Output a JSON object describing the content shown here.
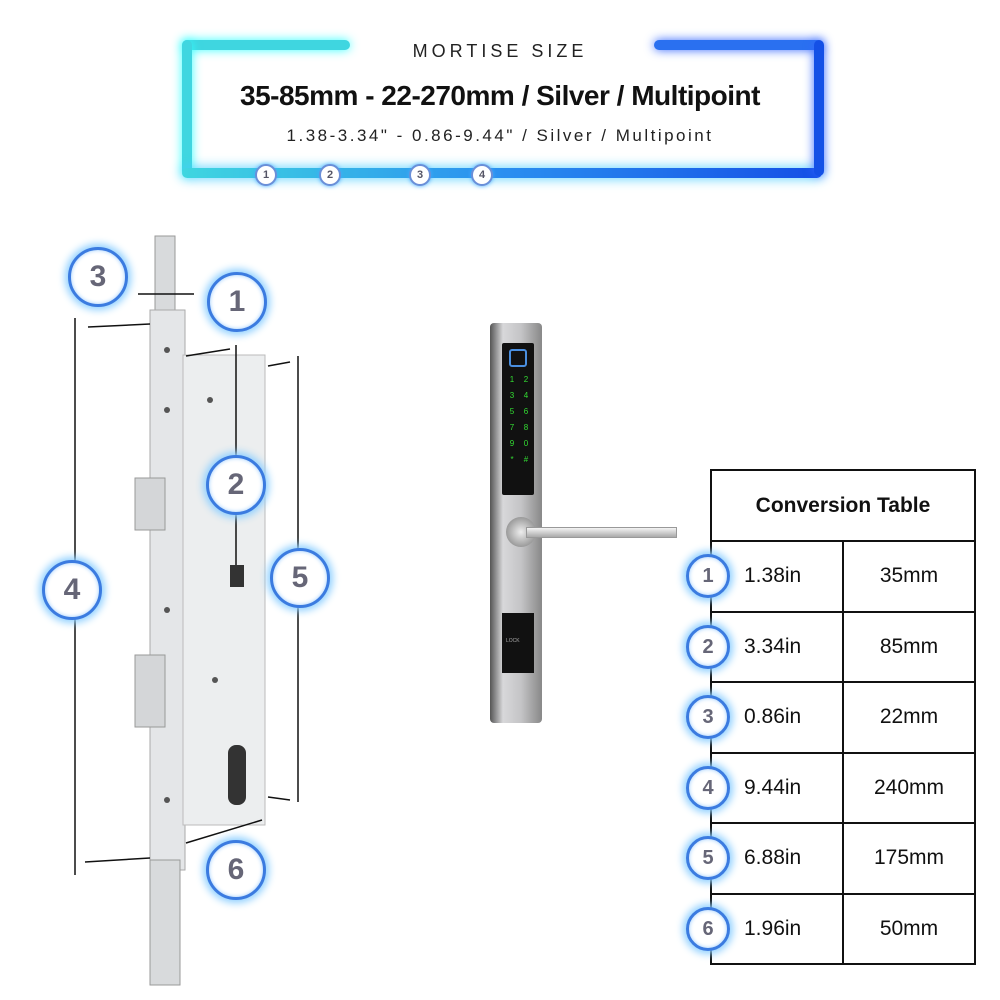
{
  "header": {
    "kicker": "MORTISE SIZE",
    "title": "35-85mm - 22-270mm / Silver / Multipoint",
    "subtitle": "1.38-3.34\" - 0.86-9.44\" / Silver / Multipoint",
    "markers": [
      "1",
      "2",
      "3",
      "4"
    ],
    "colors": {
      "frame_left": "#19e6e0",
      "frame_right": "#1450e6"
    }
  },
  "diagram": {
    "callouts": [
      "1",
      "2",
      "3",
      "4",
      "5",
      "6"
    ]
  },
  "product": {
    "keypad": [
      "1",
      "2",
      "3",
      "4",
      "5",
      "6",
      "7",
      "8",
      "9",
      "0",
      "*",
      "#"
    ],
    "brand": "LOCK"
  },
  "conversion_table": {
    "title": "Conversion Table",
    "rows": [
      {
        "n": "1",
        "in": "1.38in",
        "mm": "35mm"
      },
      {
        "n": "2",
        "in": "3.34in",
        "mm": "85mm"
      },
      {
        "n": "3",
        "in": "0.86in",
        "mm": "22mm"
      },
      {
        "n": "4",
        "in": "9.44in",
        "mm": "240mm"
      },
      {
        "n": "5",
        "in": "6.88in",
        "mm": "175mm"
      },
      {
        "n": "6",
        "in": "1.96in",
        "mm": "50mm"
      }
    ]
  }
}
